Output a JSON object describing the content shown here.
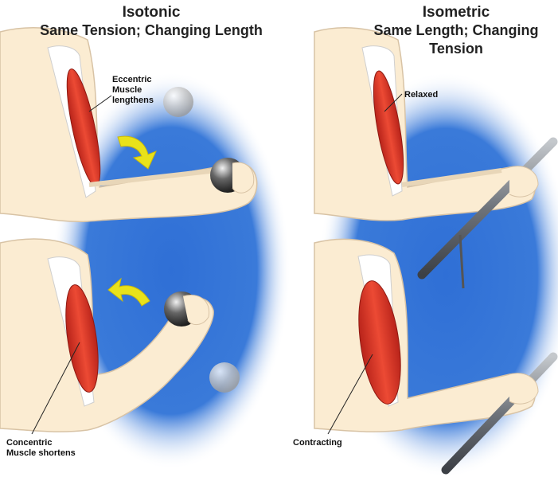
{
  "isotonic": {
    "title": "Isotonic",
    "subtitle": "Same Tension; Changing Length",
    "eccentric_label": [
      "Eccentric",
      "Muscle",
      "lengthens"
    ],
    "concentric_label": [
      "Concentric",
      "Muscle shortens"
    ]
  },
  "isometric": {
    "title": "Isometric",
    "subtitle": "Same Length; Changing Tension",
    "relaxed_label": "Relaxed",
    "contracting_label": "Contracting"
  },
  "colors": {
    "background_blue": "#2f6fd6",
    "skin": "#fbecd2",
    "muscle_red": "#e03a28",
    "arrow_yellow": "#e9e21a",
    "weight_gray": "#555555",
    "bar_gray": "#6e737a"
  }
}
